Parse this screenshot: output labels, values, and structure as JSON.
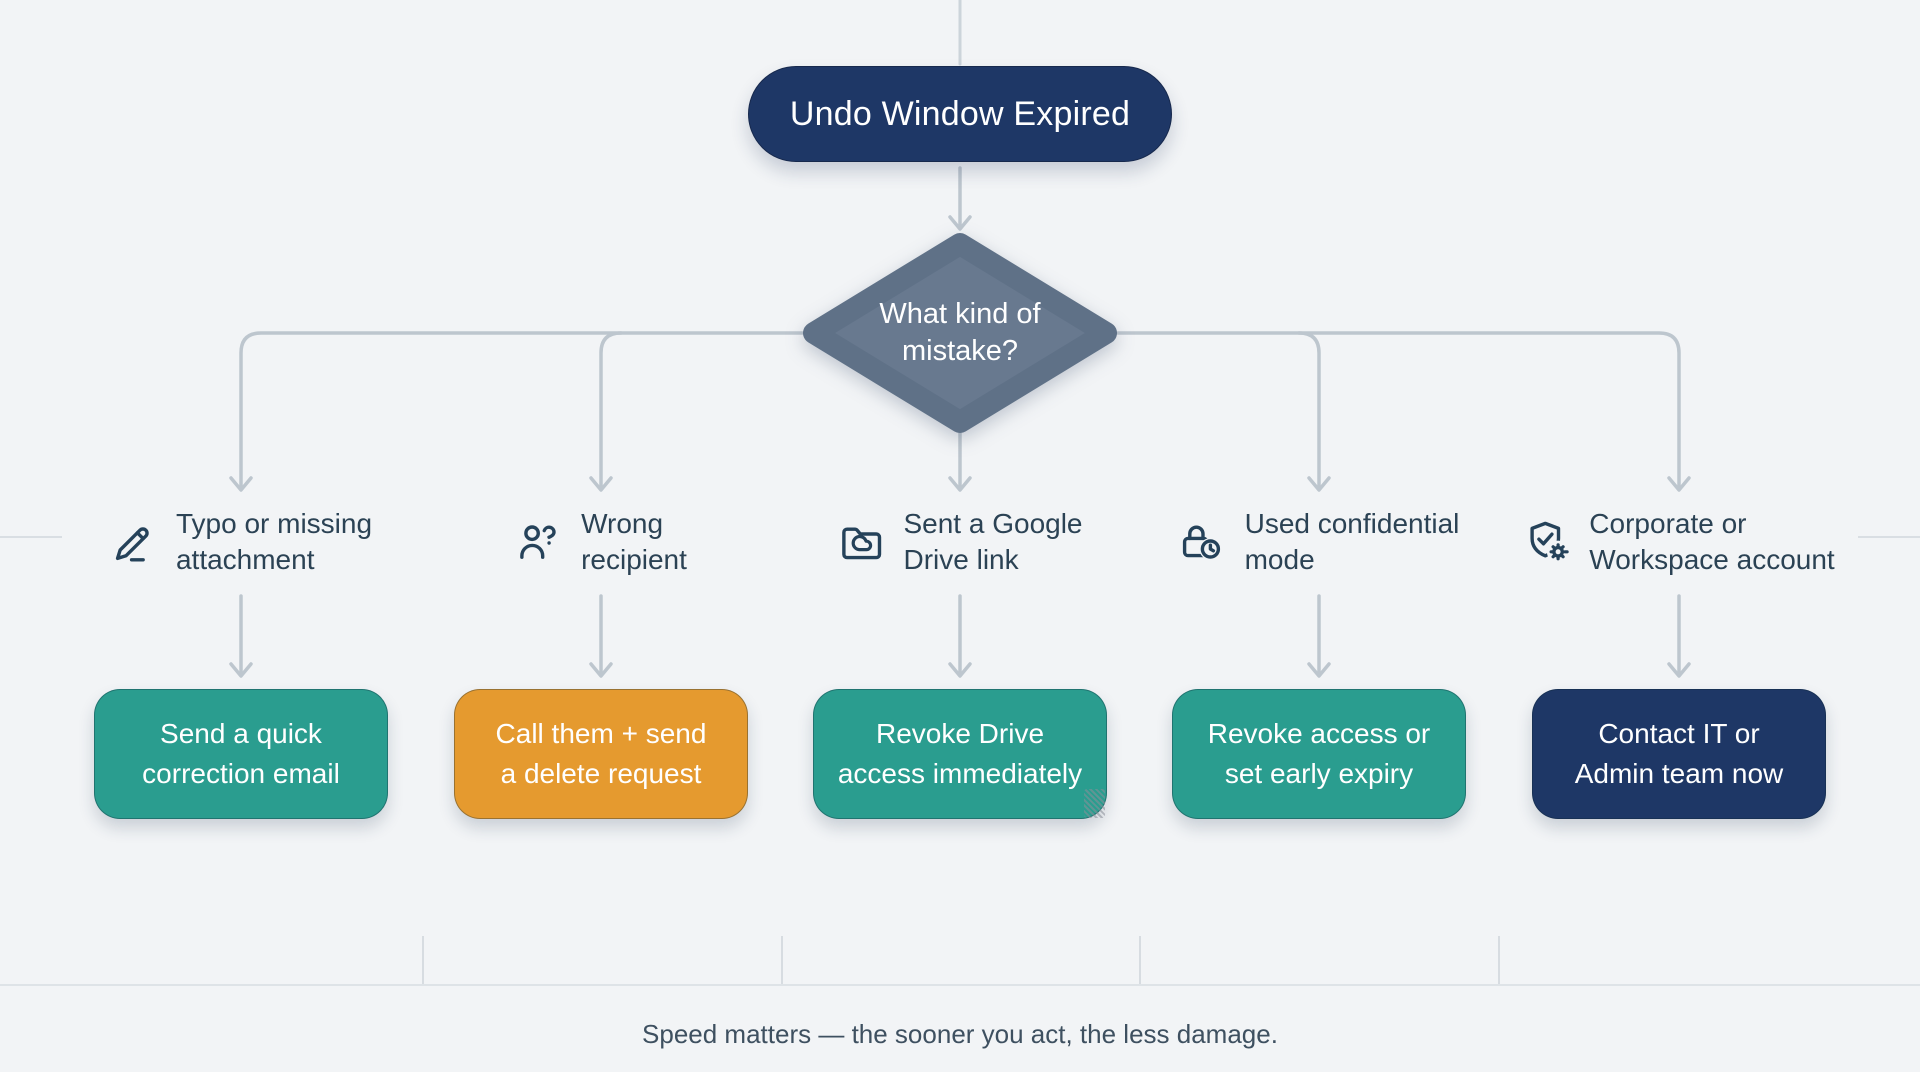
{
  "colors": {
    "background": "#f2f4f6",
    "navy": "#1e3766",
    "teal": "#2a9d8f",
    "orange": "#e59a2f",
    "diamond": "#68798f",
    "connector": "#bdc6ce",
    "label_text": "#2b4254",
    "footer_text": "#3e5060"
  },
  "flowchart": {
    "root": {
      "label": "Undo Window Expired"
    },
    "decision": {
      "line1": "What kind of",
      "line2": "mistake?"
    },
    "branches": [
      {
        "icon": "pencil-line-icon",
        "label_line1": "Typo or missing",
        "label_line2": "attachment",
        "action_line1": "Send a quick",
        "action_line2": "correction email",
        "action_color": "teal"
      },
      {
        "icon": "user-question-icon",
        "label_line1": "Wrong",
        "label_line2": "recipient",
        "action_line1": "Call them + send",
        "action_line2": "a delete request",
        "action_color": "orange"
      },
      {
        "icon": "folder-cloud-icon",
        "label_line1": "Sent a Google",
        "label_line2": "Drive link",
        "action_line1": "Revoke Drive",
        "action_line2": "access immediately",
        "action_color": "teal"
      },
      {
        "icon": "lock-clock-icon",
        "label_line1": "Used confidential",
        "label_line2": "mode",
        "action_line1": "Revoke access or",
        "action_line2": "set early expiry",
        "action_color": "teal"
      },
      {
        "icon": "shield-check-gear-icon",
        "label_line1": "Corporate or",
        "label_line2": "Workspace account",
        "action_line1": "Contact IT or",
        "action_line2": "Admin team now",
        "action_color": "navy"
      }
    ],
    "footer": "Speed matters — the sooner you act, the less damage."
  }
}
